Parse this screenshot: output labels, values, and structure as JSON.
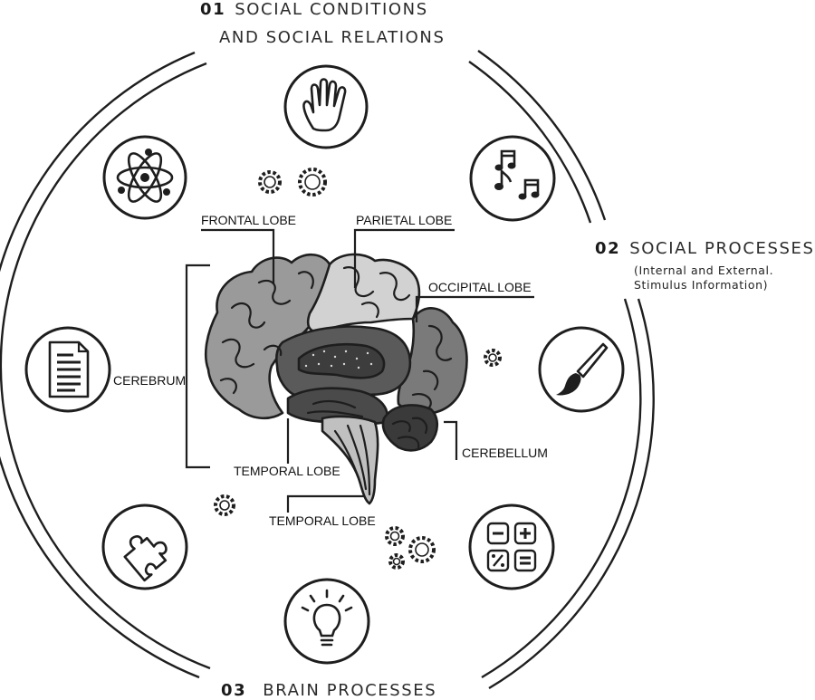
{
  "sections": {
    "s1": {
      "number": "01",
      "line1": "SOCIAL CONDITIONS",
      "line2": "AND SOCIAL RELATIONS"
    },
    "s2": {
      "number": "02",
      "title": "SOCIAL PROCESSES",
      "sub1": "(Internal and External.",
      "sub2": "Stimulus  Information)"
    },
    "s3": {
      "number": "03",
      "title": "BRAIN PROCESSES"
    }
  },
  "brain_labels": {
    "frontal": "FRONTAL LOBE",
    "parietal": "PARIETAL LOBE",
    "occipital": "OCCIPITAL LOBE",
    "cerebrum": "CEREBRUM",
    "temporal1": "TEMPORAL LOBE",
    "temporal2": "TEMPORAL LOBE",
    "cerebellum": "CEREBELLUM"
  },
  "icons": [
    "hand-icon",
    "music-notes-icon",
    "paintbrush-icon",
    "calculator-icon",
    "lightbulb-icon",
    "puzzle-icon",
    "document-icon",
    "atom-icon"
  ],
  "colors": {
    "outline": "#1e1e1e",
    "frontal": "#9a9a9a",
    "parietal": "#d2d2d2",
    "occipital": "#7a7a7a",
    "temporal": "#5a5a5a",
    "inner": "#3d3d3d",
    "stem": "#c0c0c0"
  }
}
